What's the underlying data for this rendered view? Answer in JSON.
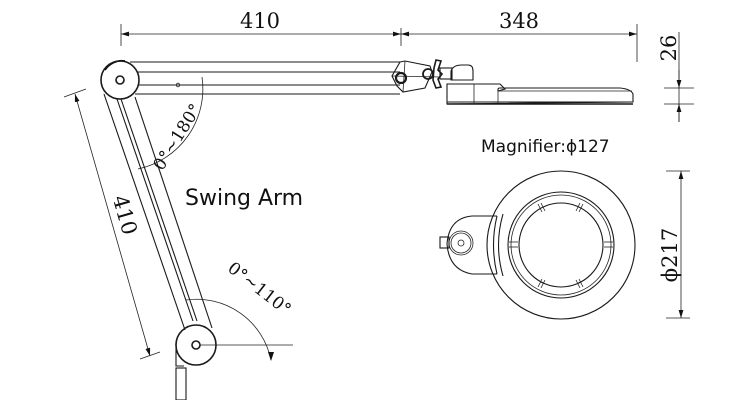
{
  "title": "Swing Arm Magnifier Lamp Dimension Drawing",
  "labels": {
    "swing_arm": "Swing Arm",
    "magnifier": "Magnifier:ϕ127"
  },
  "dimensions": {
    "upper_arm_length": "410",
    "head_length": "348",
    "head_thickness": "26",
    "lower_arm_length": "410",
    "head_diameter": "ϕ217"
  },
  "angles": {
    "upper_joint_range": "0°~180°",
    "lower_joint_range": "0°~110°"
  },
  "colors": {
    "line": "#1a1a1a",
    "background": "#ffffff"
  }
}
